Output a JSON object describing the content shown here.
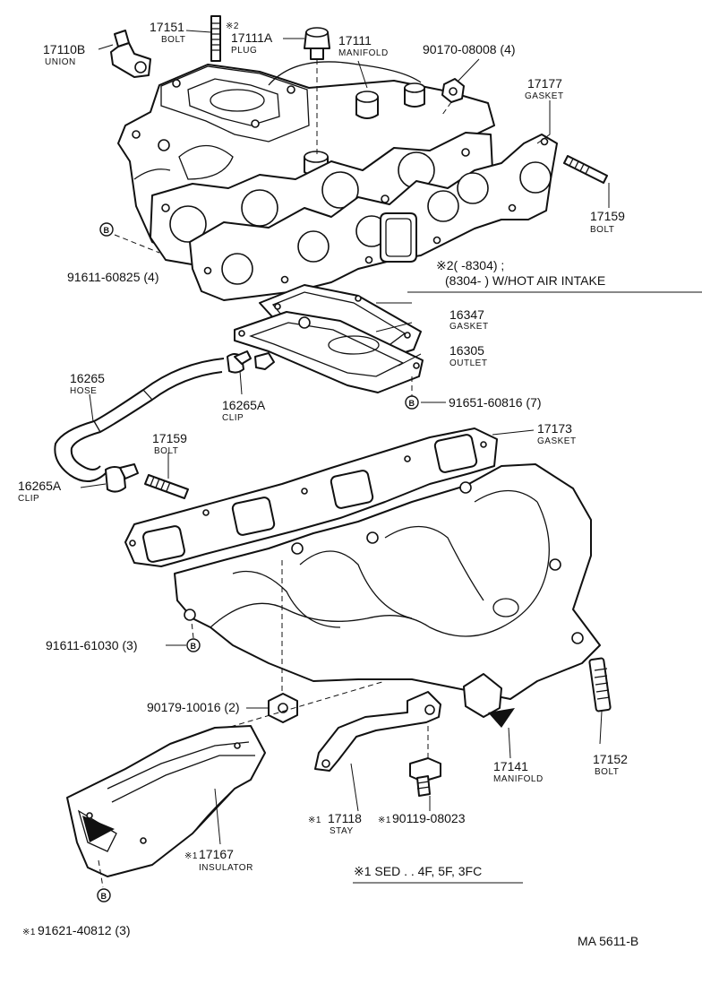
{
  "parts": {
    "union": {
      "number": "17110B",
      "name": "UNION"
    },
    "bolt_top": {
      "number": "17151",
      "mark": "※2",
      "name": "BOLT"
    },
    "plug": {
      "number": "17111A",
      "name": "PLUG"
    },
    "intake_manifold": {
      "number": "17111",
      "name": "MANIFOLD"
    },
    "nut_top": {
      "number": "90170-08008 (4)"
    },
    "gasket_intake": {
      "number": "17177",
      "name": "GASKET"
    },
    "stud_right": {
      "number": "17159",
      "name": "BOLT"
    },
    "bolt_b1": {
      "number": "91611-60825 (4)"
    },
    "gasket_outlet": {
      "number": "16347",
      "name": "GASKET"
    },
    "outlet": {
      "number": "16305",
      "name": "OUTLET"
    },
    "bolt_b2": {
      "number": "91651-60816 (7)"
    },
    "hose": {
      "number": "16265",
      "name": "HOSE"
    },
    "clip_upper": {
      "number": "16265A",
      "name": "CLIP"
    },
    "clip_lower": {
      "number": "16265A",
      "name": "CLIP"
    },
    "stud_left": {
      "number": "17159",
      "name": "BOLT"
    },
    "gasket_exhaust": {
      "number": "17173",
      "name": "GASKET"
    },
    "bolt_b3": {
      "number": "91611-61030 (3)"
    },
    "nut_bottom": {
      "number": "90179-10016 (2)"
    },
    "stud_bottom": {
      "number": "17152",
      "name": "BOLT"
    },
    "exhaust_manifold": {
      "number": "17141",
      "name": "MANIFOLD"
    },
    "stay": {
      "number": "17118",
      "mark": "※1",
      "name": "STAY"
    },
    "bolt_stay": {
      "number": "90119-08023",
      "mark": "※1"
    },
    "insulator": {
      "number": "17167",
      "mark": "※1",
      "name": "INSULATOR"
    },
    "bolt_b4": {
      "number": "91621-40812 (3)",
      "mark": "※1"
    }
  },
  "bolt_symbol": "B",
  "notes": {
    "note2_line1": "※2(        -8304) ;",
    "note2_line2": "(8304-          ) W/HOT AIR INTAKE",
    "note1": "※1 SED . . 4F, 5F, 3FC"
  },
  "figure_id": "MA 5611-B"
}
